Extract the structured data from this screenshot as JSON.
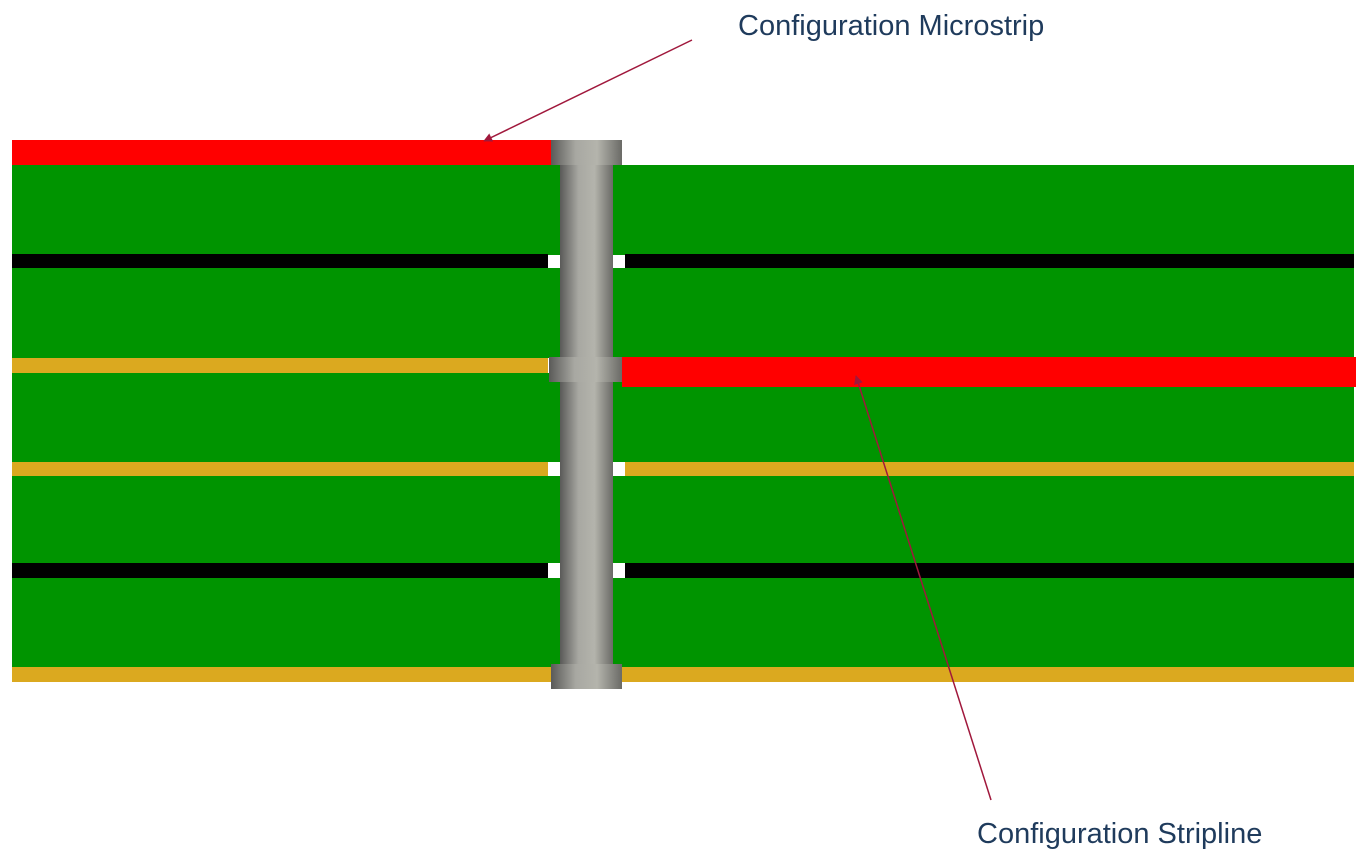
{
  "labels": {
    "microstrip": "Configuration Microstrip",
    "stripline": "Configuration Stripline"
  },
  "colors": {
    "dielectric": "#009400",
    "signal_trace": "#ff0000",
    "ground_plane": "#000000",
    "power_plane": "#dba91f",
    "via_barrel": "#a6a6a0",
    "annotation_arrow": "#a0183c",
    "label_text": "#1f3b5c"
  },
  "stackup": [
    {
      "name": "top-microstrip-trace",
      "type": "signal"
    },
    {
      "name": "dielectric-1",
      "type": "dielectric"
    },
    {
      "name": "ground-plane-1",
      "type": "ground"
    },
    {
      "name": "dielectric-2",
      "type": "dielectric"
    },
    {
      "name": "inner-layer-3",
      "type": "power / stripline signal"
    },
    {
      "name": "dielectric-3",
      "type": "dielectric"
    },
    {
      "name": "power-plane-1",
      "type": "power"
    },
    {
      "name": "dielectric-4",
      "type": "dielectric"
    },
    {
      "name": "ground-plane-2",
      "type": "ground"
    },
    {
      "name": "dielectric-5",
      "type": "dielectric"
    },
    {
      "name": "bottom-layer",
      "type": "power"
    }
  ]
}
